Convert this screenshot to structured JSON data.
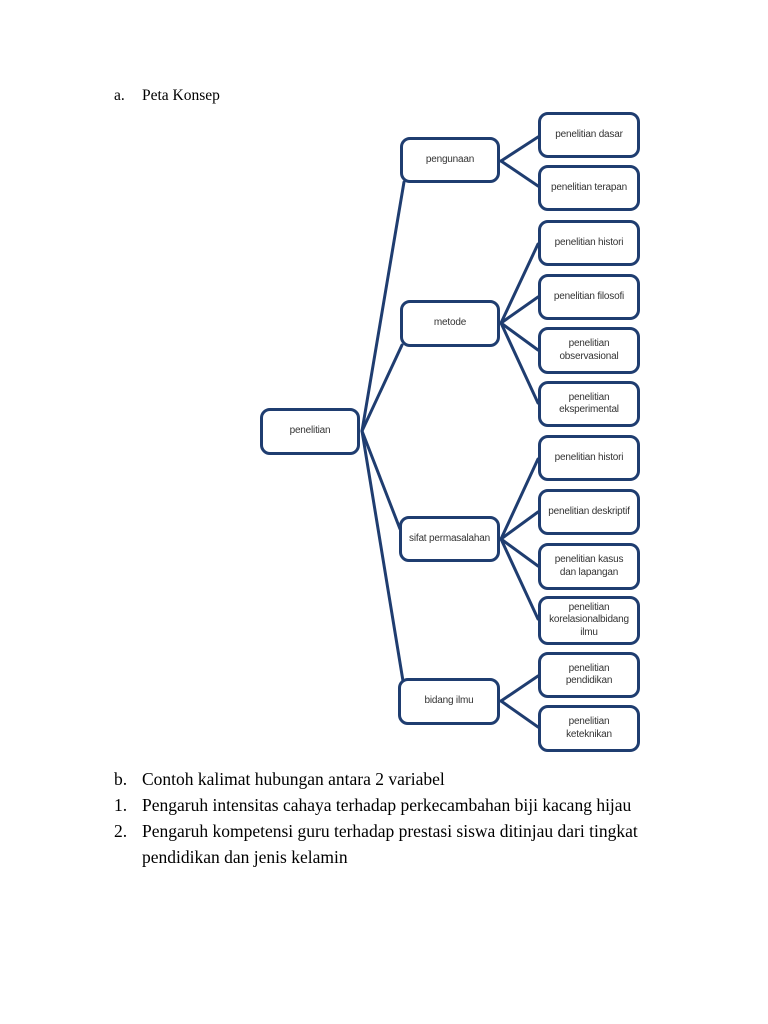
{
  "heading": {
    "marker": "a.",
    "text": "Peta Konsep"
  },
  "diagram": {
    "root": {
      "label": "penelitian"
    },
    "branches": [
      {
        "label": "pengunaan",
        "children": [
          "penelitian dasar",
          "penelitian terapan"
        ]
      },
      {
        "label": "metode",
        "children": [
          "penelitian histori",
          "penelitian filosofi",
          "penelitian\nobservasional",
          "penelitian\neksperimental"
        ]
      },
      {
        "label": "sifat permasalahan",
        "children": [
          "penelitian histori",
          "penelitian deskriptif",
          "penelitian kasus\ndan lapangan",
          "penelitian\nkorelasionalbidang\nilmu"
        ]
      },
      {
        "label": "bidang ilmu",
        "children": [
          "penelitian\npendidikan",
          "penelitian\nketeknikan"
        ]
      }
    ],
    "colors": {
      "node_border": "#1f3d70",
      "node_text": "#333333",
      "connector": "#1f3d70"
    }
  },
  "notes": [
    {
      "marker": "b.",
      "text": "Contoh kalimat hubungan antara 2 variabel"
    },
    {
      "marker": "1.",
      "text": "Pengaruh intensitas cahaya terhadap perkecambahan biji kacang hijau"
    },
    {
      "marker": "2.",
      "text": "Pengaruh kompetensi guru terhadap prestasi siswa ditinjau dari tingkat\npendidikan dan jenis kelamin"
    }
  ]
}
